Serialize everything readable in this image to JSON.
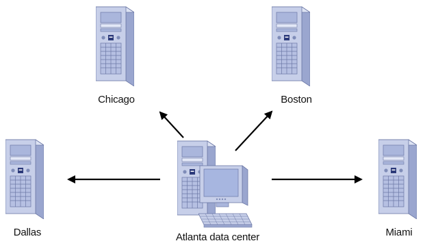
{
  "diagram": {
    "hub": {
      "label": "Atlanta data center",
      "icon": "server-with-workstation-icon"
    },
    "nodes": [
      {
        "id": "chicago",
        "label": "Chicago",
        "icon": "server-tower-icon"
      },
      {
        "id": "boston",
        "label": "Boston",
        "icon": "server-tower-icon"
      },
      {
        "id": "dallas",
        "label": "Dallas",
        "icon": "server-tower-icon"
      },
      {
        "id": "miami",
        "label": "Miami",
        "icon": "server-tower-icon"
      }
    ],
    "edges": [
      {
        "from": "atlanta",
        "to": "chicago"
      },
      {
        "from": "atlanta",
        "to": "boston"
      },
      {
        "from": "atlanta",
        "to": "dallas"
      },
      {
        "from": "atlanta",
        "to": "miami"
      }
    ],
    "colors": {
      "server_light": "#c9d1e8",
      "server_mid": "#a7b3d6",
      "server_dark": "#7f8cb8",
      "server_line": "#5e6a99",
      "screen": "#9fb0df",
      "arrow": "#000000"
    }
  }
}
